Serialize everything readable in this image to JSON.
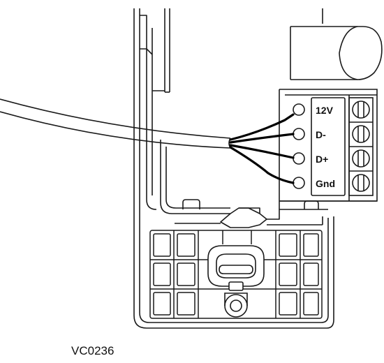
{
  "terminal_labels": [
    "12V",
    "D-",
    "D+",
    "Gnd"
  ],
  "figure_code": "VC0236",
  "colors": {
    "line": "#1a1a1a",
    "wire": "#000000",
    "background": "#ffffff"
  }
}
